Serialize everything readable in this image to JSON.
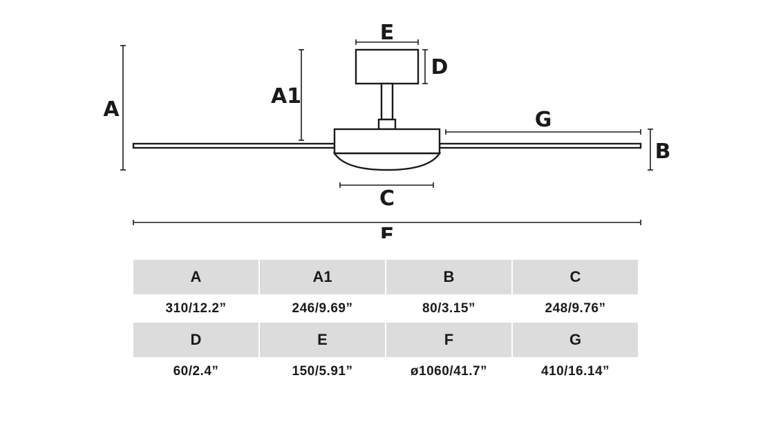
{
  "diagram": {
    "labels": {
      "A": "A",
      "A1": "A1",
      "B": "B",
      "C": "C",
      "D": "D",
      "E": "E",
      "F": "F",
      "G": "G"
    }
  },
  "table": {
    "row1": {
      "headers": [
        "A",
        "A1",
        "B",
        "C"
      ],
      "values": [
        "310/12.2”",
        "246/9.69”",
        "80/3.15”",
        "248/9.76”"
      ]
    },
    "row2": {
      "headers": [
        "D",
        "E",
        "F",
        "G"
      ],
      "values": [
        "60/2.4”",
        "150/5.91”",
        "ø1060/41.7”",
        "410/16.14”"
      ]
    }
  }
}
